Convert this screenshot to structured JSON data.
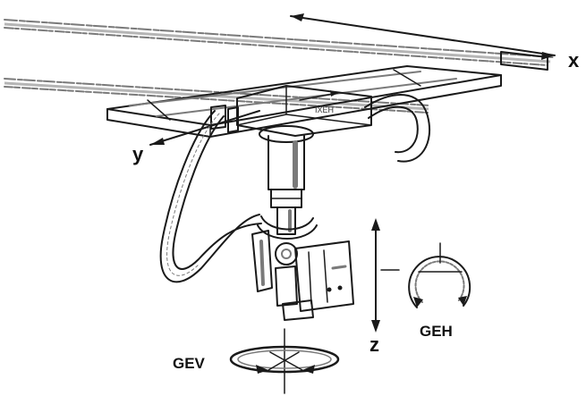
{
  "axis_labels": {
    "x": "x",
    "y": "y",
    "z": "z"
  },
  "rotation_labels": {
    "horizontal": "GEH",
    "vertical": "GEV"
  },
  "carriage_marking": "IXEH",
  "colors": {
    "ink": "#1a1a1a",
    "shade": "#7a7a7a",
    "light": "#b5b5b5",
    "background": "#ffffff"
  }
}
